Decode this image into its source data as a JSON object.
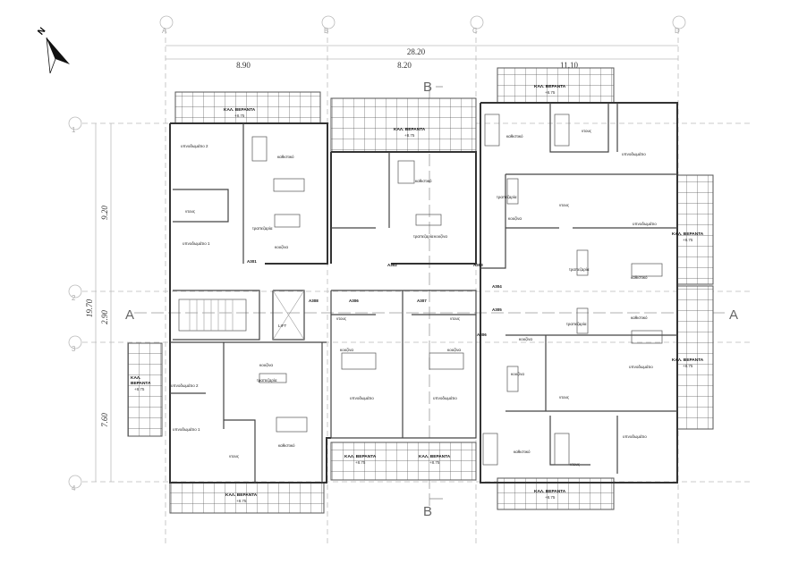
{
  "north_label": "N",
  "grid": {
    "columns": [
      "A",
      "B",
      "C",
      "D"
    ],
    "rows": [
      "1",
      "2",
      "3",
      "4"
    ]
  },
  "dimensions": {
    "overall_width": "28.20",
    "bays": [
      "8.90",
      "8.20",
      "11.10"
    ],
    "overall_depth": "19.70",
    "spans": [
      "9.20",
      "2.90",
      "7.60"
    ]
  },
  "sections": {
    "a": "A",
    "b": "B"
  },
  "balcony": {
    "label": "ΚΑΛ. ΒΕΡΑΝΤΑ",
    "label_line1": "ΚΑΛ.",
    "label_line2": "ΒΕΡΑΝΤΑ",
    "elevation": "+8.75"
  },
  "lift": "LIFT",
  "rooms": [
    "υπνοδωμάτιο 2",
    "καθιστικό",
    "ντους",
    "τραπεζαρία",
    "κουζίνα",
    "υπνοδωμάτιο 1",
    "καθιστικό",
    "τραπεζαρία",
    "κουζίνα",
    "καθιστικό",
    "ντους",
    "υπνοδωμάτιο",
    "τραπεζαρία",
    "κουζίνα",
    "ντους",
    "υπνοδωμάτιο",
    "τραπεζαρία",
    "καθιστικό",
    "τραπεζαρία",
    "καθιστικό",
    "κουζίνα",
    "κουζίνα",
    "υπνοδωμάτιο",
    "ντους",
    "υπνοδωμάτιο",
    "καθιστικό",
    "ντους",
    "ντους",
    "ντους",
    "κουζίνα",
    "κουζίνα",
    "υπνοδωμάτιο",
    "υπνοδωμάτιο",
    "υπνοδωμάτιο 2",
    "κουζίνα",
    "τραπεζαρία",
    "υπνοδωμάτιο 1",
    "καθιστικό",
    "ντους"
  ],
  "doors": [
    "A301",
    "A302",
    "A303",
    "A304",
    "A305",
    "A306",
    "A307",
    "A308",
    "A306"
  ]
}
